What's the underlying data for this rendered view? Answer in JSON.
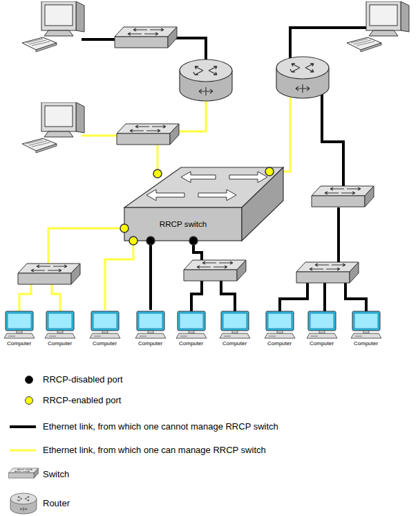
{
  "diagram": {
    "nodes": [
      {
        "text": [
          "RRCP switch"
        ]
      },
      {
        "text": [
          "Computer"
        ]
      },
      {
        "text": [
          "Computer"
        ]
      },
      {
        "text": [
          "Computer"
        ]
      },
      {
        "text": [
          "Computer"
        ]
      },
      {
        "text": [
          "Computer"
        ]
      },
      {
        "text": [
          "Computer"
        ]
      },
      {
        "text": [
          "Computer"
        ]
      },
      {
        "text": [
          "Computer"
        ]
      },
      {
        "text": [
          "Computer"
        ]
      }
    ],
    "edges": [
      {
        "from": 0,
        "to": 3,
        "arrow": "none"
      },
      {
        "from": 0,
        "to": 4,
        "arrow": "none"
      }
    ],
    "legend": [
      {
        "text": "RRCP-disabled port",
        "color": "#000000"
      },
      {
        "text": "RRCP-enabled port",
        "color": "#ffff00"
      },
      {
        "text": "Ethernet link, from which one cannot manage RRCP switch"
      },
      {
        "text": "Ethernet link, from which one can manage RRCP switch"
      },
      {
        "text": "Switch"
      },
      {
        "text": "Router"
      }
    ]
  }
}
